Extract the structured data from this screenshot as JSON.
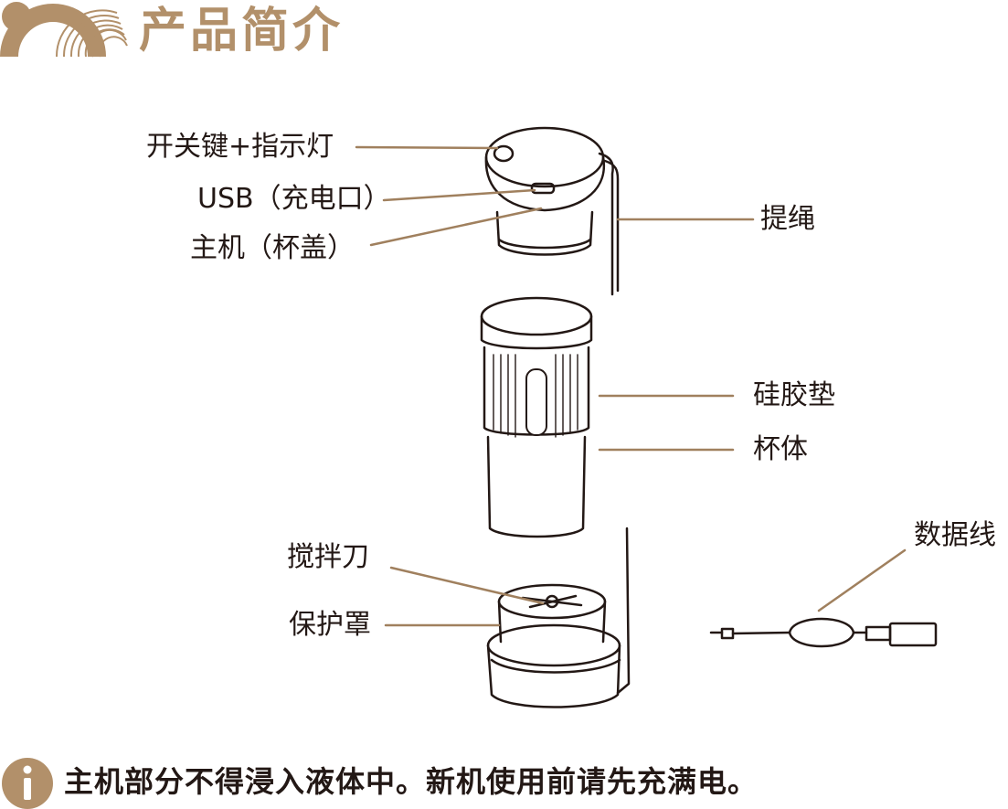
{
  "header": {
    "title": "产品简介",
    "accent_color": "#b2906a",
    "logo_icon": "bear-ear-arcs-logo"
  },
  "parts": {
    "switch_indicator": "开关键+指示灯",
    "usb_port": "USB（充电口）",
    "host_lid": "主机（杯盖）",
    "strap": "提绳",
    "silicone_pad": "硅胶垫",
    "cup_body": "杯体",
    "blade": "搅拌刀",
    "guard": "保护罩",
    "data_cable": "数据线"
  },
  "footer": {
    "info_icon": "info-icon",
    "note": "主机部分不得浸入液体中。新机使用前请先充满电。"
  },
  "colors": {
    "leader_line": "#a0805e",
    "outline": "#231815"
  }
}
